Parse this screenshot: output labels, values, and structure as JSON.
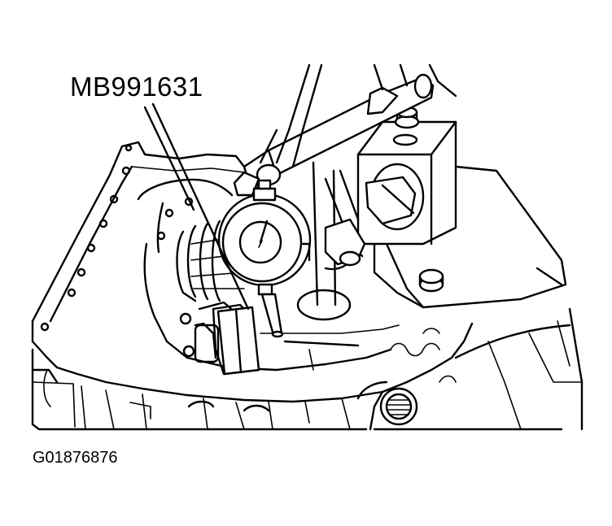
{
  "figure": {
    "callout_label": "MB991631",
    "figure_id": "G01876876"
  },
  "icons": {
    "illustration": "transmission-case-dial-indicator-illustration"
  },
  "colors": {
    "ink": "#000000",
    "paper": "#ffffff"
  }
}
